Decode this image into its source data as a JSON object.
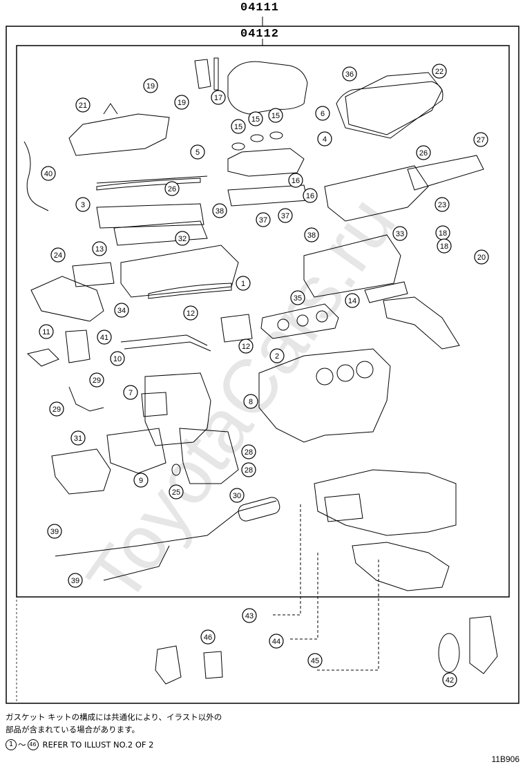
{
  "header": {
    "kit_part_no": "04111",
    "sub_kit_part_no": "04112"
  },
  "callouts": [
    {
      "id": "c17",
      "label": "17"
    },
    {
      "id": "c36",
      "label": "36"
    },
    {
      "id": "c22",
      "label": "22"
    },
    {
      "id": "c21",
      "label": "21"
    },
    {
      "id": "c19a",
      "label": "19"
    },
    {
      "id": "c19b",
      "label": "19"
    },
    {
      "id": "c15a",
      "label": "15"
    },
    {
      "id": "c15b",
      "label": "15"
    },
    {
      "id": "c15c",
      "label": "15"
    },
    {
      "id": "c6",
      "label": "6"
    },
    {
      "id": "c4",
      "label": "4"
    },
    {
      "id": "c27",
      "label": "27"
    },
    {
      "id": "c26a",
      "label": "26"
    },
    {
      "id": "c5",
      "label": "5"
    },
    {
      "id": "c40",
      "label": "40"
    },
    {
      "id": "c26b",
      "label": "26"
    },
    {
      "id": "c16a",
      "label": "16"
    },
    {
      "id": "c16b",
      "label": "16"
    },
    {
      "id": "c3",
      "label": "3"
    },
    {
      "id": "c23",
      "label": "23"
    },
    {
      "id": "c38a",
      "label": "38"
    },
    {
      "id": "c37a",
      "label": "37"
    },
    {
      "id": "c37b",
      "label": "37"
    },
    {
      "id": "c33",
      "label": "33"
    },
    {
      "id": "c18a",
      "label": "18"
    },
    {
      "id": "c18b",
      "label": "18"
    },
    {
      "id": "c32",
      "label": "32"
    },
    {
      "id": "c38b",
      "label": "38"
    },
    {
      "id": "c20",
      "label": "20"
    },
    {
      "id": "c24",
      "label": "24"
    },
    {
      "id": "c13",
      "label": "13"
    },
    {
      "id": "c1",
      "label": "1"
    },
    {
      "id": "c35",
      "label": "35"
    },
    {
      "id": "c14",
      "label": "14"
    },
    {
      "id": "c34",
      "label": "34"
    },
    {
      "id": "c12a",
      "label": "12"
    },
    {
      "id": "c11",
      "label": "11"
    },
    {
      "id": "c41",
      "label": "41"
    },
    {
      "id": "c12b",
      "label": "12"
    },
    {
      "id": "c10",
      "label": "10"
    },
    {
      "id": "c2",
      "label": "2"
    },
    {
      "id": "c29a",
      "label": "29"
    },
    {
      "id": "c29b",
      "label": "29"
    },
    {
      "id": "c7",
      "label": "7"
    },
    {
      "id": "c8",
      "label": "8"
    },
    {
      "id": "c31",
      "label": "31"
    },
    {
      "id": "c28a",
      "label": "28"
    },
    {
      "id": "c28b",
      "label": "28"
    },
    {
      "id": "c9",
      "label": "9"
    },
    {
      "id": "c25",
      "label": "25"
    },
    {
      "id": "c30",
      "label": "30"
    },
    {
      "id": "c39a",
      "label": "39"
    },
    {
      "id": "c39b",
      "label": "39"
    },
    {
      "id": "c43",
      "label": "43"
    },
    {
      "id": "c46",
      "label": "46"
    },
    {
      "id": "c44",
      "label": "44"
    },
    {
      "id": "c45",
      "label": "45"
    },
    {
      "id": "c42",
      "label": "42"
    }
  ],
  "footer": {
    "note_line1": "ガスケット キットの構成には共通化により、イラスト以外の",
    "note_line2": "部品が含まれている場合があります。",
    "range_from": "1",
    "range_to": "46",
    "range_text": "REFER TO ILLUST NO.2 OF 2",
    "tilde": "〜",
    "figure_id": "11B906"
  },
  "watermark": "ToyotaCars.ru"
}
